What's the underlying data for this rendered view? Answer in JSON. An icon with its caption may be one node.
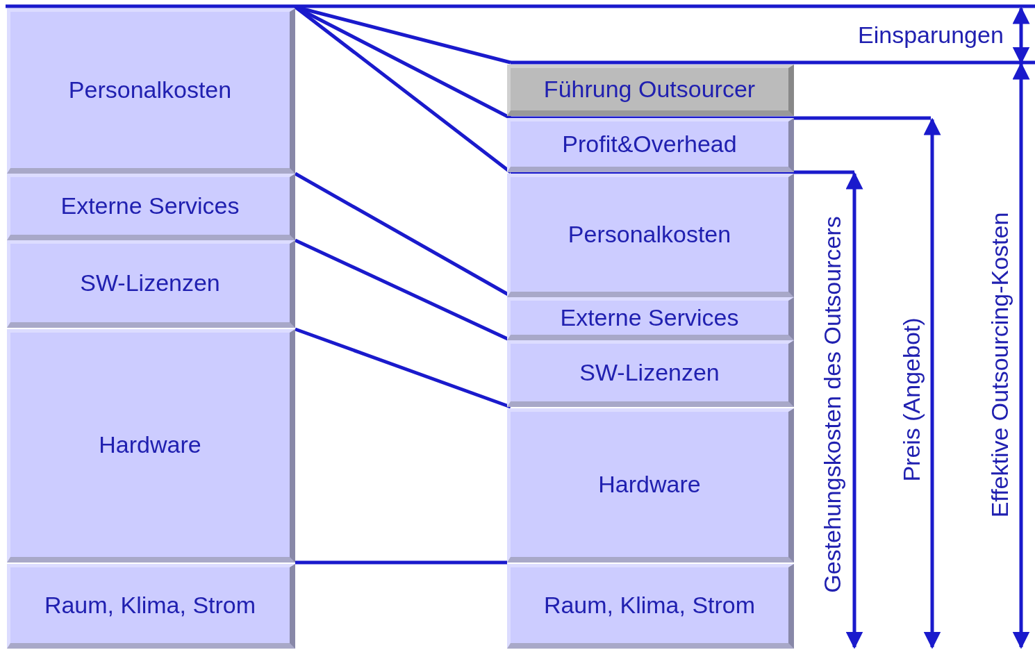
{
  "diagram": {
    "nodes": [
      {
        "text": [
          "Personalkosten"
        ]
      },
      {
        "text": [
          "Externe Services"
        ]
      },
      {
        "text": [
          "SW-Lizenzen"
        ]
      },
      {
        "text": [
          "Hardware"
        ]
      },
      {
        "text": [
          "Raum, Klima, Strom"
        ]
      },
      {
        "text": [
          "Führung Outsourcer"
        ]
      },
      {
        "text": [
          "Profit&Overhead"
        ]
      },
      {
        "text": [
          "Personalkosten"
        ]
      },
      {
        "text": [
          "Externe Services"
        ]
      },
      {
        "text": [
          "SW-Lizenzen"
        ]
      },
      {
        "text": [
          "Hardware"
        ]
      },
      {
        "text": [
          "Raum, Klima, Strom"
        ]
      }
    ],
    "labels": [
      "Einsparungen",
      "Gestehungskosten des Outsourcers",
      "Preis (Angebot)",
      "Effektive Outsourcing-Kosten"
    ]
  }
}
